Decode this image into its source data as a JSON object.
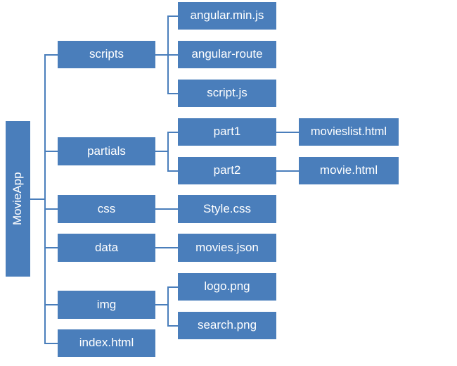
{
  "diagram": {
    "title": "MovieApp project folder structure tree",
    "type": "tree",
    "accent_color": "#4a7ebb",
    "text_color": "#ffffff",
    "background_color": "#ffffff"
  },
  "nodes": {
    "root": {
      "label": "MovieApp"
    },
    "scripts": {
      "label": "scripts"
    },
    "angular_min_js": {
      "label": "angular.min.js"
    },
    "angular_route": {
      "label": "angular-route"
    },
    "script_js": {
      "label": "script.js"
    },
    "partials": {
      "label": "partials"
    },
    "part1": {
      "label": "part1"
    },
    "movieslist_html": {
      "label": "movieslist.html"
    },
    "part2": {
      "label": "part2"
    },
    "movie_html": {
      "label": "movie.html"
    },
    "css": {
      "label": "css"
    },
    "style_css": {
      "label": "Style.css"
    },
    "data": {
      "label": "data"
    },
    "movies_json": {
      "label": "movies.json"
    },
    "img": {
      "label": "img"
    },
    "logo_png": {
      "label": "logo.png"
    },
    "search_png": {
      "label": "search.png"
    },
    "index_html": {
      "label": "index.html"
    }
  },
  "tree": {
    "name": "MovieApp",
    "children": [
      {
        "name": "scripts",
        "children": [
          {
            "name": "angular.min.js"
          },
          {
            "name": "angular-route"
          },
          {
            "name": "script.js"
          }
        ]
      },
      {
        "name": "partials",
        "children": [
          {
            "name": "part1",
            "children": [
              {
                "name": "movieslist.html"
              }
            ]
          },
          {
            "name": "part2",
            "children": [
              {
                "name": "movie.html"
              }
            ]
          }
        ]
      },
      {
        "name": "css",
        "children": [
          {
            "name": "Style.css"
          }
        ]
      },
      {
        "name": "data",
        "children": [
          {
            "name": "movies.json"
          }
        ]
      },
      {
        "name": "img",
        "children": [
          {
            "name": "logo.png"
          },
          {
            "name": "search.png"
          }
        ]
      },
      {
        "name": "index.html"
      }
    ]
  }
}
